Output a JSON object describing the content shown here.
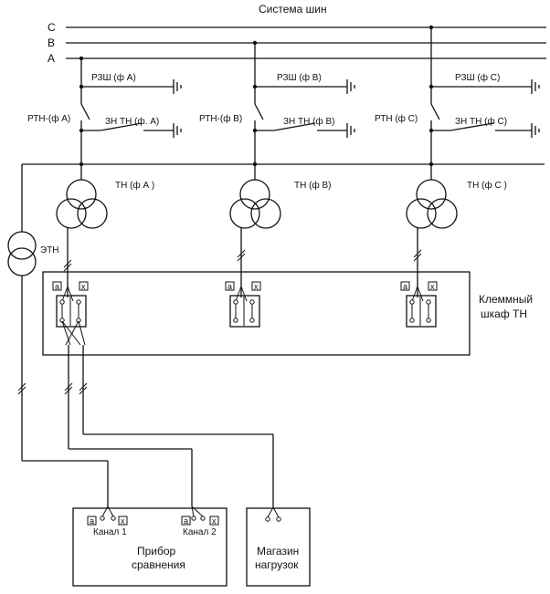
{
  "bus": {
    "title": "Система шин",
    "phases": [
      "C",
      "B",
      "A"
    ]
  },
  "cells": [
    {
      "rzsh": "РЗШ (ф  А)",
      "rtn": "РТН-(ф А)",
      "zn": "ЗН ТН (ф. А)",
      "tn": "ТН (ф А )"
    },
    {
      "rzsh": "РЗШ (ф В)",
      "rtn": "РТН-(ф В)",
      "zn": "ЗН ТН (ф В)",
      "tn": "ТН (ф В)"
    },
    {
      "rzsh": "РЗШ (ф  С)",
      "rtn": "РТН (ф С)",
      "zn": "ЗН ТН (ф С)",
      "tn": "ТН (ф С )"
    }
  ],
  "terminals": {
    "a": "а",
    "x": "х"
  },
  "etn": "ЭТН",
  "cabinet": {
    "line1": "Клеммный",
    "line2": "шкаф ТН"
  },
  "comparator": {
    "line1": "Прибор",
    "line2": "сравнения",
    "channel1": "Канал 1",
    "channel2": "Канал 2"
  },
  "load_box": {
    "line1": "Магазин",
    "line2": "нагрузок"
  }
}
